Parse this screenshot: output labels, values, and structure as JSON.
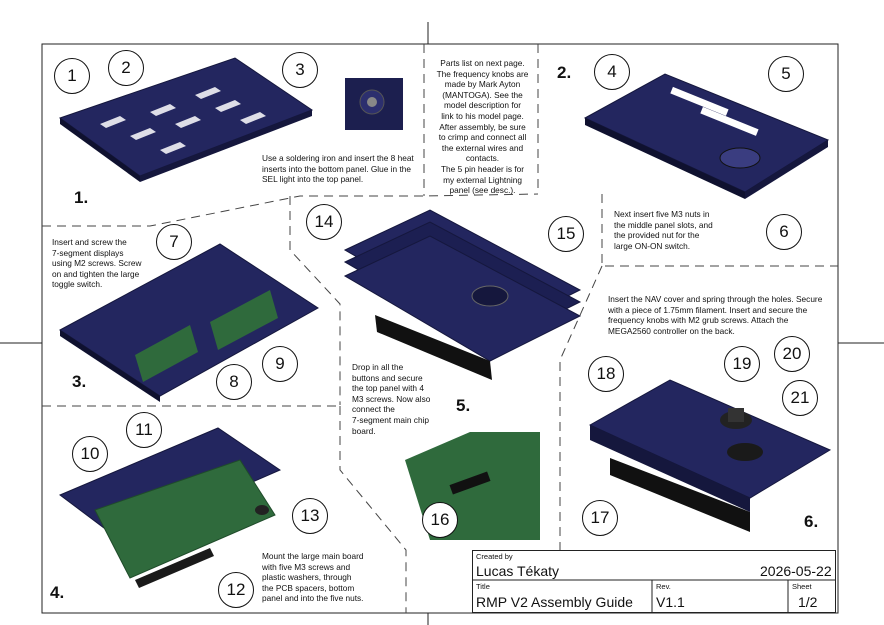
{
  "steps": [
    "1.",
    "2.",
    "3.",
    "4.",
    "5.",
    "6."
  ],
  "callouts": [
    "1",
    "2",
    "3",
    "4",
    "5",
    "6",
    "7",
    "8",
    "9",
    "10",
    "11",
    "12",
    "13",
    "14",
    "15",
    "16",
    "17",
    "18",
    "19",
    "20",
    "21"
  ],
  "notes": {
    "parts": [
      "Parts list on next page.",
      "The frequency knobs are",
      "made by Mark Ayton",
      "(MANTOGA). See the",
      "model description for",
      "link to his model page.",
      "After assembly, be sure",
      "to crimp and connect all",
      "the external wires and",
      "contacts.",
      "The 5 pin header is for",
      "my external Lightning",
      "panel (see desc.)."
    ],
    "step1": [
      "Use a soldering iron and insert the 8 heat",
      "inserts into the bottom panel. Glue in the",
      "SEL light into the top panel."
    ],
    "step2": [
      "Next insert five M3 nuts in",
      "the middle panel slots, and",
      "the provided nut for the",
      "large ON-ON switch."
    ],
    "step3": [
      "Insert and screw the",
      "7-segment displays",
      "using M2 screws. Screw",
      "on and tighten the large",
      "toggle switch."
    ],
    "step6": [
      "Insert the NAV cover and spring through the holes. Secure",
      "with a piece of 1.75mm filament. Insert and secure the",
      "frequency knobs with M2 grub screws. Attach the",
      "MEGA2560 controller on the back."
    ],
    "step5": [
      "Drop in all the",
      "buttons and secure",
      "the top panel with 4",
      "M3 screws. Now also",
      "connect the",
      "7-segment main chip",
      "board."
    ],
    "step4": [
      "Mount the large main board",
      "with five M3 screws and",
      "plastic washers, through",
      "the PCB spacers, bottom",
      "panel and into the five nuts."
    ]
  },
  "title_block": {
    "created_by_label": "Created by",
    "author": "Lucas Tékaty",
    "date": "2026-05-22",
    "title_label": "Title",
    "title": "RMP V2 Assembly Guide",
    "rev_label": "Rev.",
    "rev": "V1.1",
    "sheet_label": "Sheet",
    "sheet": "1/2"
  },
  "colors": {
    "panel": "#23265f",
    "panel_dark": "#15173d",
    "pcb": "#2f6a3c",
    "ink": "#111111"
  }
}
